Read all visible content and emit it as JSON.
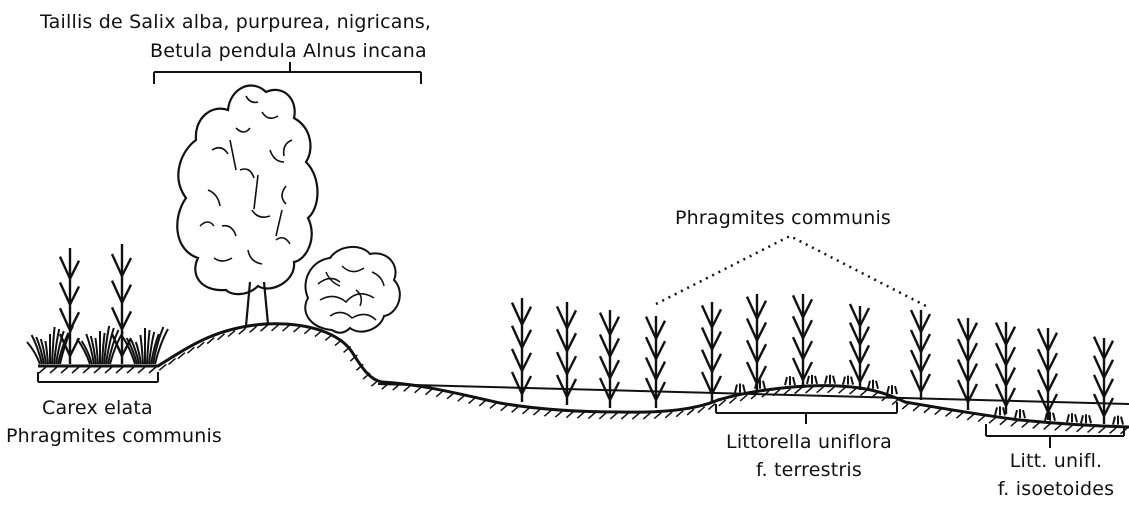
{
  "labels": {
    "canopy_line1": "Taillis de Salix alba, purpurea, nigricans,",
    "canopy_line2": "Betula pendula  Alnus incana",
    "phragmites_top": "Phragmites communis",
    "left_line1": "Carex elata",
    "left_line2": "Phragmites communis",
    "mid_line1": "Littorella uniflora",
    "mid_line2": "f. terrestris",
    "right_line1": "Litt. unifl.",
    "right_line2": "f. isoetoides"
  },
  "colors": {
    "ink": "#111111",
    "background": "#ffffff"
  },
  "icons": [
    "tree-icon",
    "shrub-icon",
    "reed-icon",
    "sedge-tuft-icon",
    "rosette-icon"
  ]
}
